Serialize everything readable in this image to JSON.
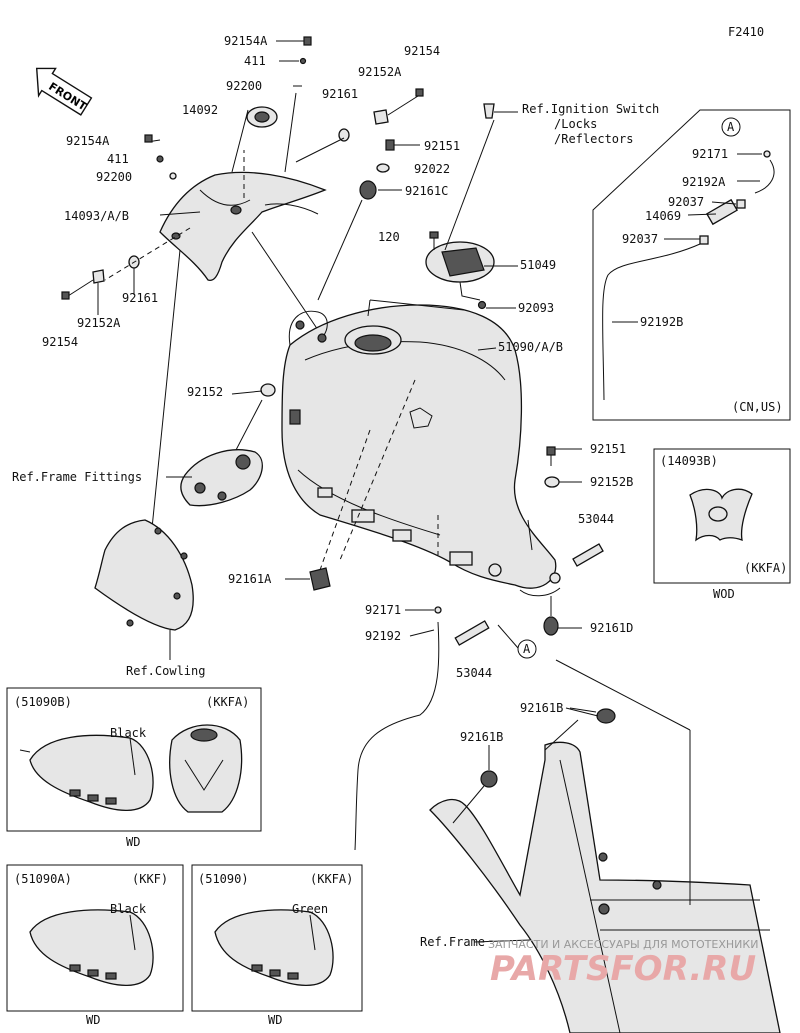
{
  "figure_code": "F2410",
  "front_badge": "FRONT",
  "labels": {
    "l_92154A_top": "92154A",
    "l_411_top": "411",
    "l_92200_top": "92200",
    "l_14092": "14092",
    "l_92154_top": "92154",
    "l_92152A_top": "92152A",
    "l_92161_top": "92161",
    "l_92154A_left": "92154A",
    "l_411_left": "411",
    "l_92200_left": "92200",
    "l_14093AB": "14093/A/B",
    "l_92161_left": "92161",
    "l_92152A_left": "92152A",
    "l_92154_left": "92154",
    "l_ref_ignition": "Ref.Ignition Switch",
    "l_ref_locks": "/Locks",
    "l_ref_reflectors": "/Reflectors",
    "l_92151_top": "92151",
    "l_92022": "92022",
    "l_92161C": "92161C",
    "l_120": "120",
    "l_51049": "51049",
    "l_92093": "92093",
    "l_51090AB": "51090/A/B",
    "l_92152_mid": "92152",
    "l_ref_frame_fittings": "Ref.Frame Fittings",
    "l_92151_right": "92151",
    "l_92152B": "92152B",
    "l_53044_right": "53044",
    "l_92161A": "92161A",
    "l_92171_mid": "92171",
    "l_92192": "92192",
    "l_53044_bottom": "53044",
    "l_92161D": "92161D",
    "l_ref_cowling": "Ref.Cowling",
    "l_92161B_right": "92161B",
    "l_92161B_left": "92161B",
    "l_ref_frame": "Ref.Frame",
    "l_circle_a_mid": "A"
  },
  "hose_box": {
    "circle": "A",
    "l_92171": "92171",
    "l_92192A": "92192A",
    "l_92037_top": "92037",
    "l_14069": "14069",
    "l_92037_bottom": "92037",
    "l_92192B": "92192B",
    "region": "(CN,US)"
  },
  "inset_14093B": {
    "code": "(14093B)",
    "market": "(KKFA)",
    "footer": "WOD"
  },
  "inset_51090B": {
    "code": "(51090B)",
    "market": "(KKFA)",
    "color": "Black",
    "footer": "WD"
  },
  "inset_51090A": {
    "code": "(51090A)",
    "market": "(KKF)",
    "color": "Black",
    "footer": "WD"
  },
  "inset_51090": {
    "code": "(51090)",
    "market": "(KKFA)",
    "color": "Green",
    "footer": "WD"
  },
  "watermark": {
    "line1": "ЗАПЧАСТИ И АКСЕССУАРЫ ДЛЯ МОТОТЕХНИКИ",
    "brand": "PARTSFOR.RU"
  }
}
